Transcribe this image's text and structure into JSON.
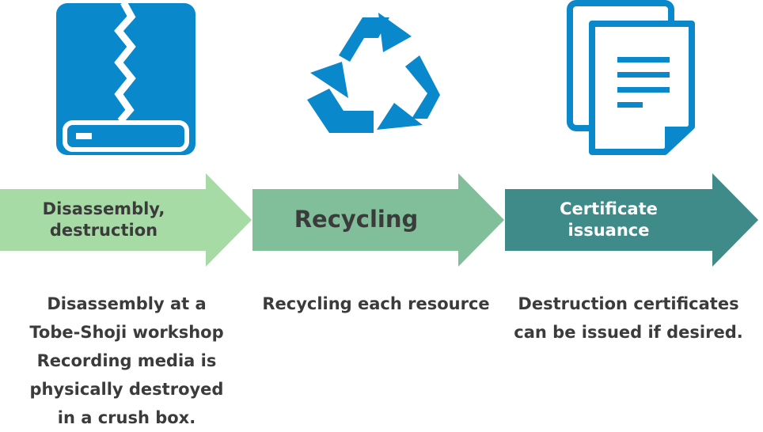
{
  "colors": {
    "icon_blue": "#0a88cc",
    "step1_fill": "#a7dba6",
    "step2_fill": "#80bf9a",
    "step3_fill": "#3e8b8a",
    "dark_text": "#3b3b3b",
    "light_text": "#ffffff"
  },
  "steps": [
    {
      "icon": "broken-hard-drive-icon",
      "label": "Disassembly,\ndestruction",
      "description": "Disassembly at a\nTobe-Shoji workshop\nRecording media is\nphysically destroyed\nin a crush box."
    },
    {
      "icon": "recycle-icon",
      "label": "Recycling",
      "description": "Recycling each resource"
    },
    {
      "icon": "documents-icon",
      "label": "Certificate\nissuance",
      "description": "Destruction certificates\ncan be issued if desired."
    }
  ]
}
